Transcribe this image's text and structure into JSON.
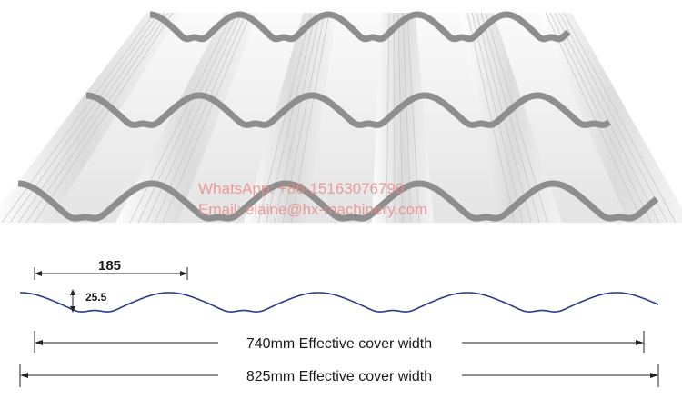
{
  "watermark": {
    "whatsapp": "WhatsApp: +86-15163076790",
    "email": "Email: elaine@hx-machinery.com"
  },
  "dimensions": {
    "pitch": "185",
    "height": "25.5",
    "effective_width": "740mm Effective cover width",
    "overall_width": "825mm Effective cover width"
  },
  "colors": {
    "sheet_light": "#f2f2f2",
    "sheet_mid": "#d6d6d6",
    "sheet_edge": "#8e8e8e",
    "profile_line": "#2b3a8c",
    "dimension_line": "#222222"
  }
}
